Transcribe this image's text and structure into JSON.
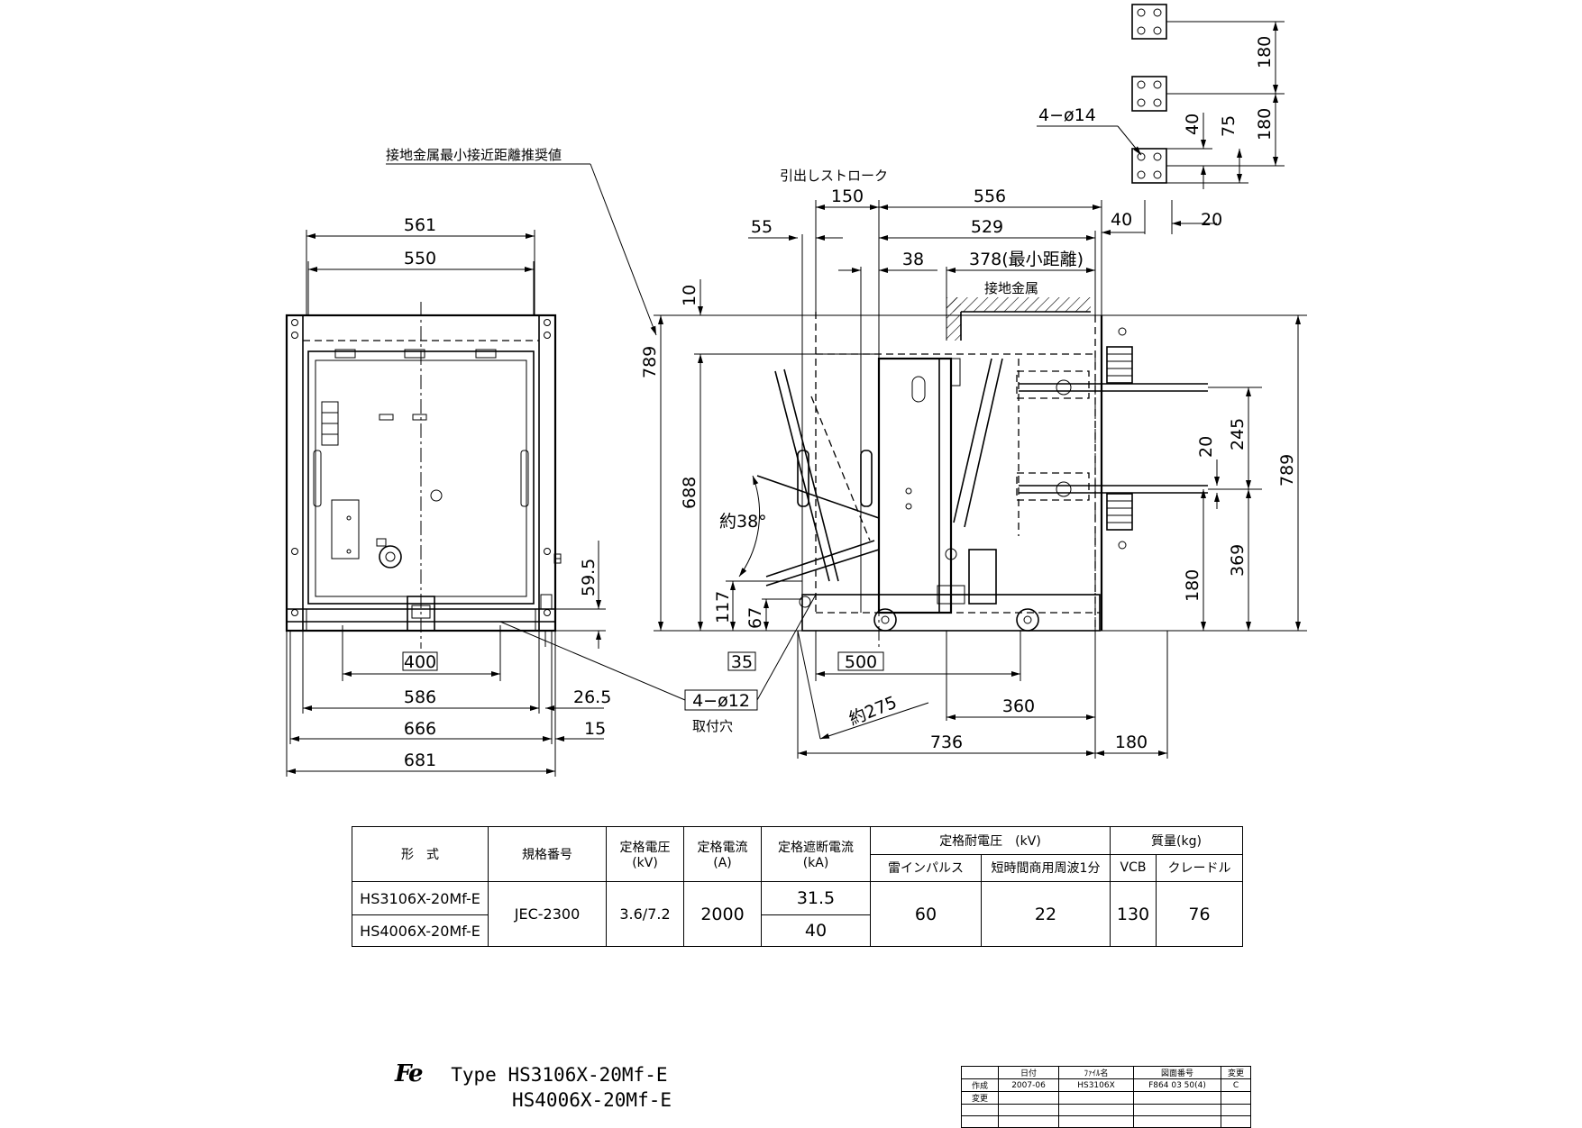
{
  "drawing": {
    "labels": {
      "earth_metal_min_clearance": "接地金属最小接近距離推奨値",
      "drawout_stroke": "引出しストローク",
      "earth_metal": "接地金属",
      "mounting_holes": "取付穴",
      "hole_top": "4−ø14",
      "hole_bottom": "4−ø12",
      "angle": "約38°",
      "radius": "約275"
    },
    "front_dims": {
      "d561": "561",
      "d550": "550",
      "d400": "400",
      "d586": "586",
      "d666": "666",
      "d681": "681",
      "d26_5": "26.5",
      "d15": "15",
      "d59_5": "59.5"
    },
    "side_dims": {
      "d150": "150",
      "d556": "556",
      "d55": "55",
      "d529": "529",
      "d38": "38",
      "d378": "378(最小距離)",
      "d10": "10",
      "d789_left": "789",
      "d688": "688",
      "d117": "117",
      "d67": "67",
      "d35": "35",
      "d500": "500",
      "d360": "360",
      "d736": "736",
      "d180_bottom": "180",
      "d40_side": "40",
      "d20_side": "20",
      "d20_mid": "20",
      "d245": "245",
      "d369": "369",
      "d180_right": "180",
      "d789_right": "789"
    },
    "terminal_dims": {
      "d180_a": "180",
      "d180_b": "180",
      "d40": "40",
      "d75": "75"
    }
  },
  "spec_table": {
    "headers": {
      "type": "形　式",
      "standard": "規格番号",
      "rated_voltage": "定格電圧",
      "rated_voltage_unit": "(kV)",
      "rated_current": "定格電流",
      "rated_current_unit": "(A)",
      "breaking_current": "定格遮断電流",
      "breaking_current_unit": "(kA)",
      "withstand_voltage": "定格耐電圧　(kV)",
      "lightning_impulse": "雷インパルス",
      "power_frequency": "短時間商用周波1分",
      "mass": "質量(kg)",
      "vcb": "VCB",
      "cradle": "クレードル"
    },
    "rows": {
      "type_1": "HS3106X-20Mf-E",
      "type_2": "HS4006X-20Mf-E",
      "standard": "JEC-2300",
      "voltage": "3.6/7.2",
      "current": "2000",
      "breaking_1": "31.5",
      "breaking_2": "40",
      "impulse": "60",
      "power_freq": "22",
      "mass_vcb": "130",
      "mass_cradle": "76"
    }
  },
  "title_block": {
    "logo": "Fe",
    "type_label": "Type",
    "model_1": "HS3106X-20Mf-E",
    "model_2": "HS4006X-20Mf-E"
  },
  "revision_table": {
    "head_date": "日付",
    "head_file": "ﾌｧｲﾙ名",
    "head_drawing": "図面番号",
    "head_change": "変更",
    "row1_label": "作成",
    "row1_date": "2007-06",
    "row1_file": "HS3106X",
    "row1_drawing": "F864 03 50(4)",
    "row1_change": "C",
    "row2_label": "変更"
  }
}
